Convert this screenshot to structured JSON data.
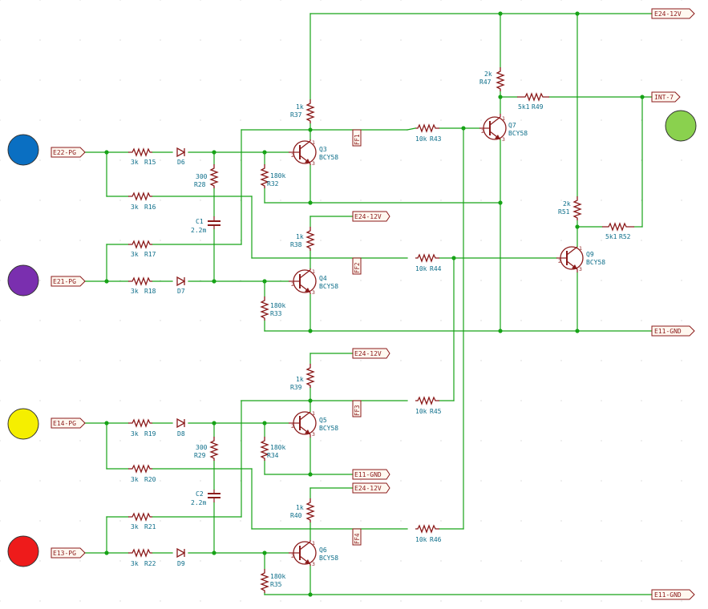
{
  "colors": {
    "wire": "#17a317",
    "symbol": "#8b1a1a",
    "label": "#0d6e8a",
    "background": "#ffffff",
    "grid": "#c0c0c0"
  },
  "indicators": [
    {
      "name": "blue-indicator",
      "color": "#0a6fc2"
    },
    {
      "name": "purple-indicator",
      "color": "#7a2faf"
    },
    {
      "name": "yellow-indicator",
      "color": "#f5ef00"
    },
    {
      "name": "red-indicator",
      "color": "#ee1b1b"
    },
    {
      "name": "green-indicator",
      "color": "#8ad14e"
    }
  ],
  "ports": {
    "e22": "E22-PG",
    "e21": "E21-PG",
    "e14": "E14-PG",
    "e13": "E13-PG",
    "e24_top": "E24-12V",
    "int7": "INT-7",
    "e24_q4": "E24-12V",
    "e11_mid": "E11-GND",
    "e24_q5": "E24-12V",
    "e11_q5": "E11-GND",
    "e24_q6": "E24-12V",
    "e11_bottom": "E11-GND"
  },
  "flipflop_labels": {
    "ff1": "FF1",
    "ff2": "FF2",
    "ff3": "FF3",
    "ff4": "FF4"
  },
  "resistors": {
    "r15": {
      "value": "3k",
      "ref": "R15"
    },
    "r16": {
      "value": "3k",
      "ref": "R16"
    },
    "r17": {
      "value": "3k",
      "ref": "R17"
    },
    "r18": {
      "value": "3k",
      "ref": "R18"
    },
    "r19": {
      "value": "3k",
      "ref": "R19"
    },
    "r20": {
      "value": "3k",
      "ref": "R20"
    },
    "r21": {
      "value": "3k",
      "ref": "R21"
    },
    "r22": {
      "value": "3k",
      "ref": "R22"
    },
    "r28": {
      "value": "300",
      "ref": "R28"
    },
    "r29": {
      "value": "300",
      "ref": "R29"
    },
    "r32": {
      "value": "180k",
      "ref": "R32"
    },
    "r33": {
      "value": "180k",
      "ref": "R33"
    },
    "r34": {
      "value": "180k",
      "ref": "R34"
    },
    "r35": {
      "value": "180k",
      "ref": "R35"
    },
    "r37": {
      "value": "1k",
      "ref": "R37"
    },
    "r38": {
      "value": "1k",
      "ref": "R38"
    },
    "r39": {
      "value": "1k",
      "ref": "R39"
    },
    "r40": {
      "value": "1k",
      "ref": "R40"
    },
    "r43": {
      "value": "10k",
      "ref": "R43"
    },
    "r44": {
      "value": "10k",
      "ref": "R44"
    },
    "r45": {
      "value": "10k",
      "ref": "R45"
    },
    "r46": {
      "value": "10k",
      "ref": "R46"
    },
    "r47": {
      "value": "2k",
      "ref": "R47"
    },
    "r49": {
      "value": "5k1",
      "ref": "R49"
    },
    "r51": {
      "value": "2k",
      "ref": "R51"
    },
    "r52": {
      "value": "5k1",
      "ref": "R52"
    }
  },
  "capacitors": {
    "c1": {
      "ref": "C1",
      "value": "2.2m"
    },
    "c2": {
      "ref": "C2",
      "value": "2.2m"
    }
  },
  "diodes": {
    "d6": "D6",
    "d7": "D7",
    "d8": "D8",
    "d9": "D9"
  },
  "transistors": {
    "q3": {
      "ref": "Q3",
      "type": "BCY58"
    },
    "q4": {
      "ref": "Q4",
      "type": "BCY58"
    },
    "q5": {
      "ref": "Q5",
      "type": "BCY58"
    },
    "q6": {
      "ref": "Q6",
      "type": "BCY58"
    },
    "q7": {
      "ref": "Q7",
      "type": "BCY58"
    },
    "q9": {
      "ref": "Q9",
      "type": "BCY58"
    }
  },
  "pin_numbers": {
    "one": "1",
    "two": "2",
    "three": "3"
  }
}
